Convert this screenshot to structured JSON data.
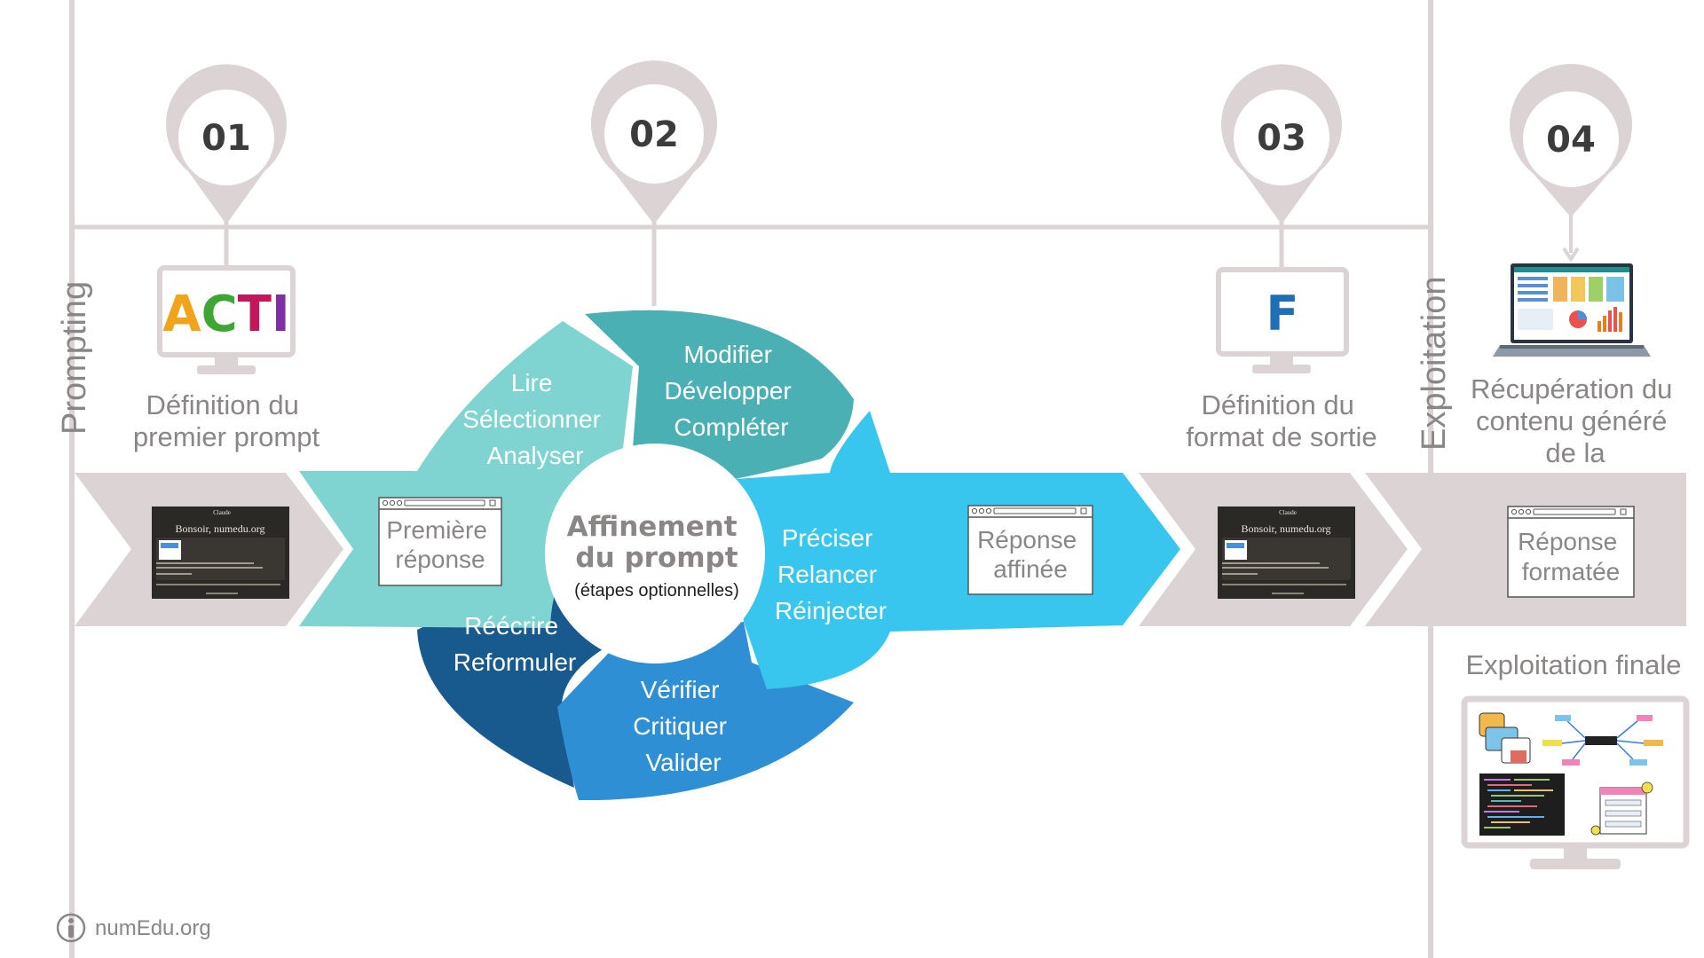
{
  "colors": {
    "grey_line": "#dcd4d4",
    "arrow_grey": "#dcd4d4",
    "pin_grey": "#dcd4d4",
    "text_grey": "#8a8686",
    "dark_text": "#3c3c3c",
    "cycle_light": "#7fd4d2",
    "cycle_teal": "#4ab0b3",
    "cycle_cyan": "#38c6ee",
    "cycle_blue": "#2f8fd4",
    "cycle_navy": "#195a8e",
    "acti_a": "#f0a31b",
    "acti_c": "#3fa535",
    "acti_t": "#c2185b",
    "acti_i": "#7e2fa3",
    "format_f": "#1e6fb6"
  },
  "lanes": {
    "prompting": "Prompting",
    "exploitation": "Exploitation"
  },
  "steps": [
    {
      "number": "01",
      "title_lines": [
        "Définition du",
        "premier prompt"
      ]
    },
    {
      "number": "02"
    },
    {
      "number": "03",
      "title_lines": [
        "Définition du",
        "format de sortie"
      ]
    },
    {
      "number": "04",
      "title_lines": [
        "Récupération du",
        "contenu généré",
        "de la"
      ]
    }
  ],
  "acti_letters": [
    "A",
    "C",
    "T",
    "I"
  ],
  "format_letter": "F",
  "center": {
    "title_lines": [
      "Affinement",
      "du prompt"
    ],
    "subtitle": "(étapes optionnelles)"
  },
  "cycle_segments": [
    {
      "id": "lire",
      "lines": [
        "Lire",
        "Sélectionner",
        "Analyser"
      ]
    },
    {
      "id": "modifier",
      "lines": [
        "Modifier",
        "Développer",
        "Compléter"
      ]
    },
    {
      "id": "preciser",
      "lines": [
        "Préciser",
        "Relancer",
        "Réinjecter"
      ]
    },
    {
      "id": "verifier",
      "lines": [
        "Vérifier",
        "Critiquer",
        "Valider"
      ]
    },
    {
      "id": "reecrire",
      "lines": [
        "Réécrire",
        "Reformuler"
      ]
    }
  ],
  "windows": {
    "premiere": [
      "Première",
      "réponse"
    ],
    "affinee": [
      "Réponse",
      "affinée"
    ],
    "formatee": [
      "Réponse",
      "formatée"
    ]
  },
  "screenshot": {
    "brand": "Claude",
    "greeting": "Bonsoir, numedu.org"
  },
  "final": {
    "title": "Exploitation finale"
  },
  "footer": {
    "brand": "numEdu.org"
  }
}
